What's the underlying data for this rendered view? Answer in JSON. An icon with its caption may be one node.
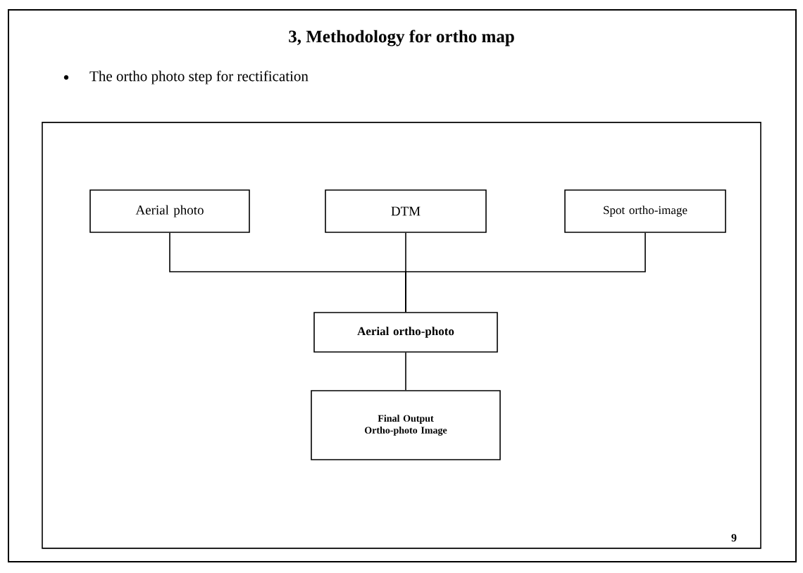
{
  "diagram": {
    "title": "3, Methodology for ortho map",
    "nodes": [
      {
        "text": [],
        "shape": "box"
      },
      {
        "text": [
          "Aerial photo"
        ],
        "in": 0
      },
      {
        "text": [
          "DTM"
        ],
        "in": 0
      },
      {
        "text": [
          "Spot ortho-image"
        ],
        "in": 0
      },
      {
        "text": [
          "Aerial ortho-photo"
        ],
        "in": 0
      },
      {
        "text": [
          "Final Output Ortho-photo Image"
        ],
        "in": 0
      }
    ],
    "edges": [
      {
        "from": 1,
        "to": 4,
        "arrow": "none"
      },
      {
        "from": 2,
        "to": 4,
        "arrow": "none"
      },
      {
        "from": 3,
        "to": 4,
        "arrow": "none"
      },
      {
        "from": 4,
        "to": 5,
        "arrow": "none"
      }
    ],
    "labels": [
      "The ortho photo step for rectification",
      "9"
    ]
  }
}
